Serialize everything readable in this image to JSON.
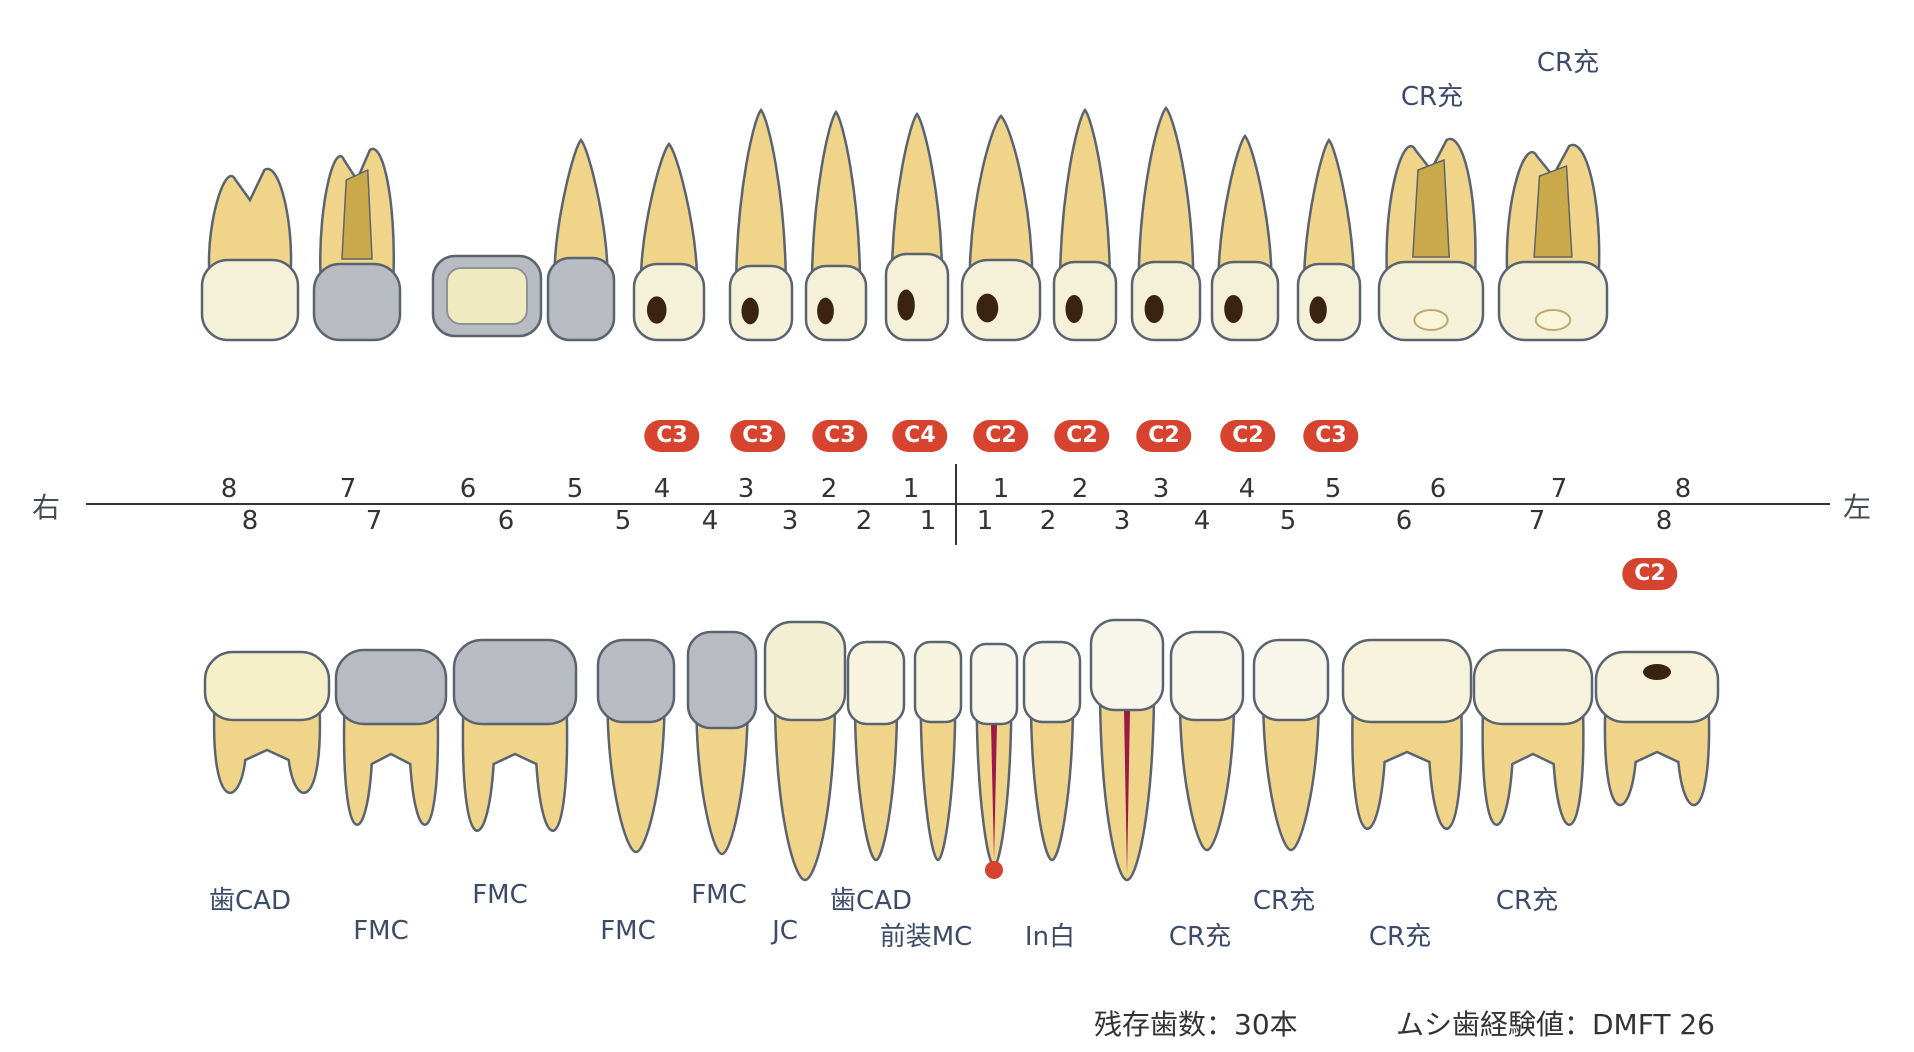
{
  "sides": {
    "right": "右",
    "left": "左"
  },
  "upper": {
    "teeth": [
      {
        "type": "molar",
        "status": "normal"
      },
      {
        "type": "molar",
        "status": "bridge-abutment",
        "labelled": false
      },
      {
        "type": "molar",
        "status": "bridge-pontic"
      },
      {
        "type": "premolar",
        "status": "bridge-abutment"
      },
      {
        "type": "premolar",
        "status": "caries",
        "grade": "C3"
      },
      {
        "type": "canine",
        "status": "caries",
        "grade": "C3"
      },
      {
        "type": "incisor",
        "status": "caries",
        "grade": "C3"
      },
      {
        "type": "incisor",
        "status": "caries",
        "grade": "C4"
      },
      {
        "type": "incisor",
        "status": "caries",
        "grade": "C2"
      },
      {
        "type": "incisor",
        "status": "caries",
        "grade": "C2"
      },
      {
        "type": "canine",
        "status": "caries",
        "grade": "C2"
      },
      {
        "type": "premolar",
        "status": "caries",
        "grade": "C2"
      },
      {
        "type": "premolar",
        "status": "caries",
        "grade": "C3"
      },
      {
        "type": "molar",
        "status": "filled"
      },
      {
        "type": "molar",
        "status": "filled"
      }
    ],
    "numbers_right": [
      "8",
      "7",
      "6",
      "5",
      "4",
      "3",
      "2",
      "1"
    ],
    "numbers_left": [
      "1",
      "2",
      "3",
      "4",
      "5",
      "6",
      "7",
      "8"
    ],
    "badges": [
      "C3",
      "C3",
      "C3",
      "C4",
      "C2",
      "C2",
      "C2",
      "C2",
      "C3"
    ],
    "labels": [
      "CR充",
      "CR充"
    ]
  },
  "lower": {
    "numbers_right": [
      "8",
      "7",
      "6",
      "5",
      "4",
      "3",
      "2",
      "1"
    ],
    "numbers_left": [
      "1",
      "2",
      "3",
      "4",
      "5",
      "6",
      "7",
      "8"
    ],
    "badges": [
      "C2"
    ],
    "labels": [
      "歯CAD",
      "FMC",
      "FMC",
      "FMC",
      "FMC",
      "JC",
      "歯CAD",
      "前装MC",
      "In白",
      "CR充",
      "CR充",
      "CR充",
      "CR充"
    ]
  },
  "footer": {
    "remaining": "残存歯数：30本",
    "dmft": "ムシ歯経験値：DMFT 26"
  },
  "colors": {
    "root": "#f0d48a",
    "root_stroke": "#5a6470",
    "crown": "#f5f0d8",
    "metal": "#b8bcc2",
    "caries": "#3a2410",
    "badge": "#d6432f",
    "label": "#3d4b6b",
    "canal": "#9b1a4a"
  }
}
